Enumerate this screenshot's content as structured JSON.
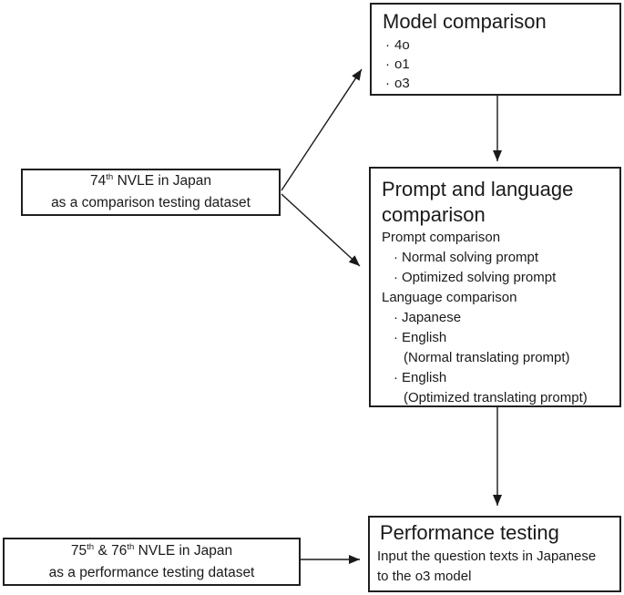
{
  "bullet_char": "·",
  "model_box": {
    "title": "Model comparison",
    "items": [
      "4o",
      "o1",
      "o3"
    ]
  },
  "comparison_dataset": {
    "num": "74",
    "sup": "th",
    "rest": " NVLE in Japan",
    "line2": "as a comparison testing dataset"
  },
  "prompt_box": {
    "title_line1": "Prompt and language",
    "title_line2": "comparison",
    "prompt_heading": "Prompt comparison",
    "prompt_items": [
      "Normal solving prompt",
      "Optimized solving prompt"
    ],
    "language_heading": "Language comparison",
    "language_items": [
      {
        "text": "Japanese",
        "note": ""
      },
      {
        "text": "English",
        "note": "(Normal translating prompt)"
      },
      {
        "text": "English",
        "note": "(Optimized translating prompt)"
      }
    ]
  },
  "performance_dataset": {
    "num1": "75",
    "sup1": "th",
    "mid": " & 76",
    "sup2": "th",
    "rest": " NVLE in Japan",
    "line2": "as a performance testing dataset"
  },
  "performance_box": {
    "title": "Performance testing",
    "body_line1": "Input the question texts in Japanese",
    "body_line2": "to the o3 model"
  },
  "connections": [
    {
      "from": "comparison-dataset-box",
      "to": "model-comparison-box"
    },
    {
      "from": "comparison-dataset-box",
      "to": "prompt-language-box"
    },
    {
      "from": "model-comparison-box",
      "to": "prompt-language-box"
    },
    {
      "from": "prompt-language-box",
      "to": "performance-testing-box"
    },
    {
      "from": "performance-dataset-box",
      "to": "performance-testing-box"
    }
  ],
  "colors": {
    "line": "#1a1a1a",
    "border": "#1f1f1f",
    "background": "#ffffff"
  }
}
